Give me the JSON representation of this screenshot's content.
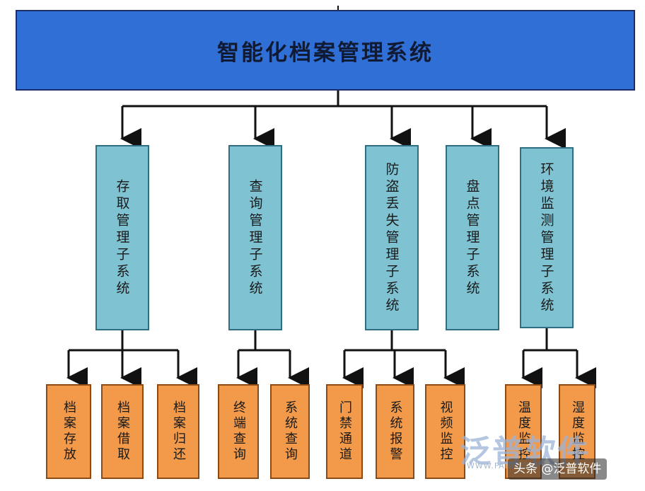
{
  "root": {
    "label": "智能化档案管理系统"
  },
  "subsystems": [
    {
      "label": "存取管理子系统",
      "children": [
        "档案存放",
        "档案借取",
        "档案归还"
      ]
    },
    {
      "label": "查询管理子系统",
      "children": [
        "终端查询",
        "系统查询"
      ]
    },
    {
      "label": "防盗丢失管理子系统",
      "children": [
        "门禁通道",
        "系统报警",
        "视频监控"
      ]
    },
    {
      "label": "盘点管理子系统",
      "children": []
    },
    {
      "label": "环境监测管理子系统",
      "children": [
        "温度监控",
        "湿度监控"
      ]
    }
  ],
  "watermark": {
    "logo_text": "泛普软件",
    "url_text": "WWW.FANPUSOFT.COM",
    "credit_text": "头条 @泛普软件"
  },
  "colors": {
    "root_fill": "#2f6fd6",
    "subsystem_fill": "#7fc3d3",
    "leaf_fill": "#f29a4a",
    "connector": "#111111"
  }
}
